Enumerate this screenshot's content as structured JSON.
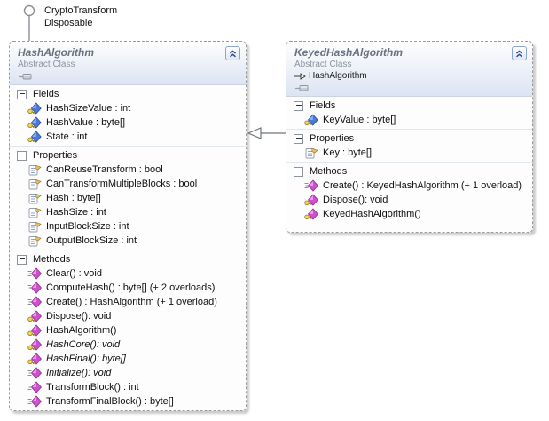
{
  "lollipop": {
    "interfaces": [
      "ICryptoTransform",
      "IDisposable"
    ]
  },
  "colors": {
    "class_header_tint": "#dce4f3",
    "class_border": "#9b9b9b",
    "method_icon": "#cf4fcf",
    "field_icon": "#4a79d8",
    "protected_key": "#f2da57",
    "property_hand": "#e7bd63",
    "collapse_chevron": "#2c4a8c"
  },
  "classes": [
    {
      "id": "hash-algorithm",
      "title": "HashAlgorithm",
      "stereotype": "Abstract Class",
      "base": null,
      "sections": [
        {
          "label": "Fields",
          "members": [
            {
              "icon": "protected-field-icon",
              "text": "HashSizeValue : int"
            },
            {
              "icon": "protected-field-icon",
              "text": "HashValue : byte[]"
            },
            {
              "icon": "protected-field-icon",
              "text": "State : int"
            }
          ]
        },
        {
          "label": "Properties",
          "members": [
            {
              "icon": "property-icon",
              "text": "CanReuseTransform : bool"
            },
            {
              "icon": "property-icon",
              "text": "CanTransformMultipleBlocks : bool"
            },
            {
              "icon": "property-icon",
              "text": "Hash : byte[]"
            },
            {
              "icon": "property-icon",
              "text": "HashSize : int"
            },
            {
              "icon": "property-icon",
              "text": "InputBlockSize : int"
            },
            {
              "icon": "property-icon",
              "text": "OutputBlockSize : int"
            }
          ]
        },
        {
          "label": "Methods",
          "members": [
            {
              "icon": "public-method-icon",
              "text": "Clear() : void"
            },
            {
              "icon": "public-method-icon",
              "text": "ComputeHash() : byte[] (+ 2 overloads)"
            },
            {
              "icon": "public-method-icon",
              "text": "Create() : HashAlgorithm (+ 1 overload)"
            },
            {
              "icon": "protected-method-icon",
              "text": "Dispose(): void"
            },
            {
              "icon": "protected-method-icon",
              "text": "HashAlgorithm()"
            },
            {
              "icon": "protected-method-icon",
              "text": "HashCore(): void",
              "italic": true
            },
            {
              "icon": "protected-method-icon",
              "text": "HashFinal(): byte[]",
              "italic": true
            },
            {
              "icon": "public-method-icon",
              "text": "Initialize(): void",
              "italic": true
            },
            {
              "icon": "public-method-icon",
              "text": "TransformBlock() : int"
            },
            {
              "icon": "public-method-icon",
              "text": "TransformFinalBlock() : byte[]"
            }
          ]
        }
      ]
    },
    {
      "id": "keyed-hash-algorithm",
      "title": "KeyedHashAlgorithm",
      "stereotype": "Abstract Class",
      "base": "HashAlgorithm",
      "sections": [
        {
          "label": "Fields",
          "members": [
            {
              "icon": "protected-field-icon",
              "text": "KeyValue : byte[]"
            }
          ]
        },
        {
          "label": "Properties",
          "members": [
            {
              "icon": "property-icon",
              "text": "Key : byte[]"
            }
          ]
        },
        {
          "label": "Methods",
          "members": [
            {
              "icon": "public-method-icon",
              "text": "Create() : KeyedHashAlgorithm (+ 1 overload)"
            },
            {
              "icon": "protected-method-icon",
              "text": "Dispose(): void"
            },
            {
              "icon": "protected-method-icon",
              "text": "KeyedHashAlgorithm()"
            }
          ]
        }
      ]
    }
  ]
}
